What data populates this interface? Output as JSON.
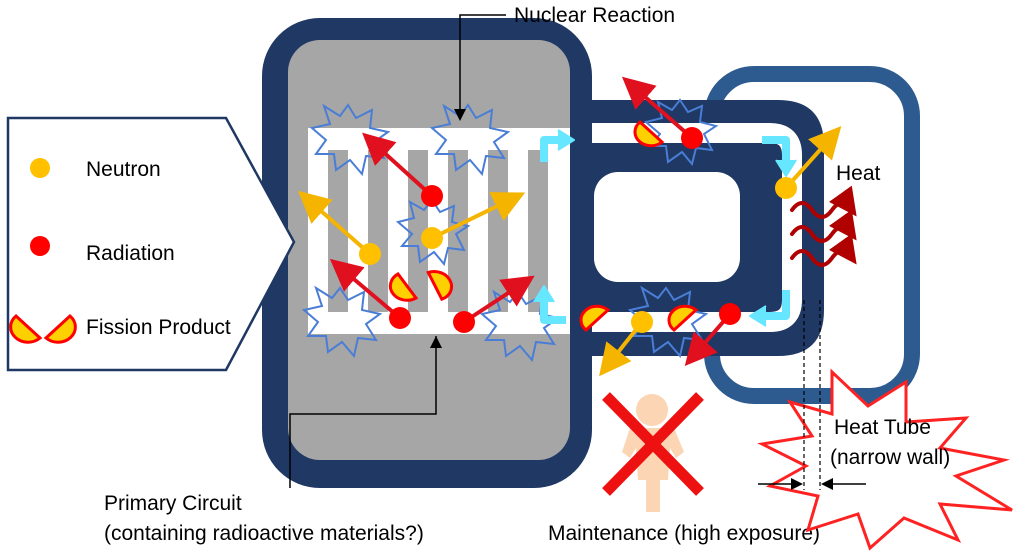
{
  "labels": {
    "nuclear_reaction": "Nuclear Reaction",
    "heat": "Heat",
    "heat_tube_line1": "Heat Tube",
    "heat_tube_line2": "(narrow wall)",
    "primary_circuit_line1": "Primary Circuit",
    "primary_circuit_line2": "(containing radioactive materials?)",
    "maintenance": "Maintenance (high exposure)"
  },
  "legend": {
    "items": [
      {
        "label": "Neutron",
        "symbol": "neutron"
      },
      {
        "label": "Radiation",
        "symbol": "radiation"
      },
      {
        "label": "Fission Product",
        "symbol": "fission-product"
      }
    ]
  },
  "colors": {
    "vessel_border": "#1f3864",
    "vessel_fill": "#a6a6a6",
    "heat_tube": "#2e5b8f",
    "neutron": "#ffc000",
    "radiation": "#ff0000",
    "radiation_arrow": "#e0101f",
    "neutron_arrow": "#f5b400",
    "flow_arrow": "#66e6ff",
    "heat_wave": "#b00000",
    "burst_outline": "#4a7ed6",
    "person": "#fcd5b4"
  }
}
